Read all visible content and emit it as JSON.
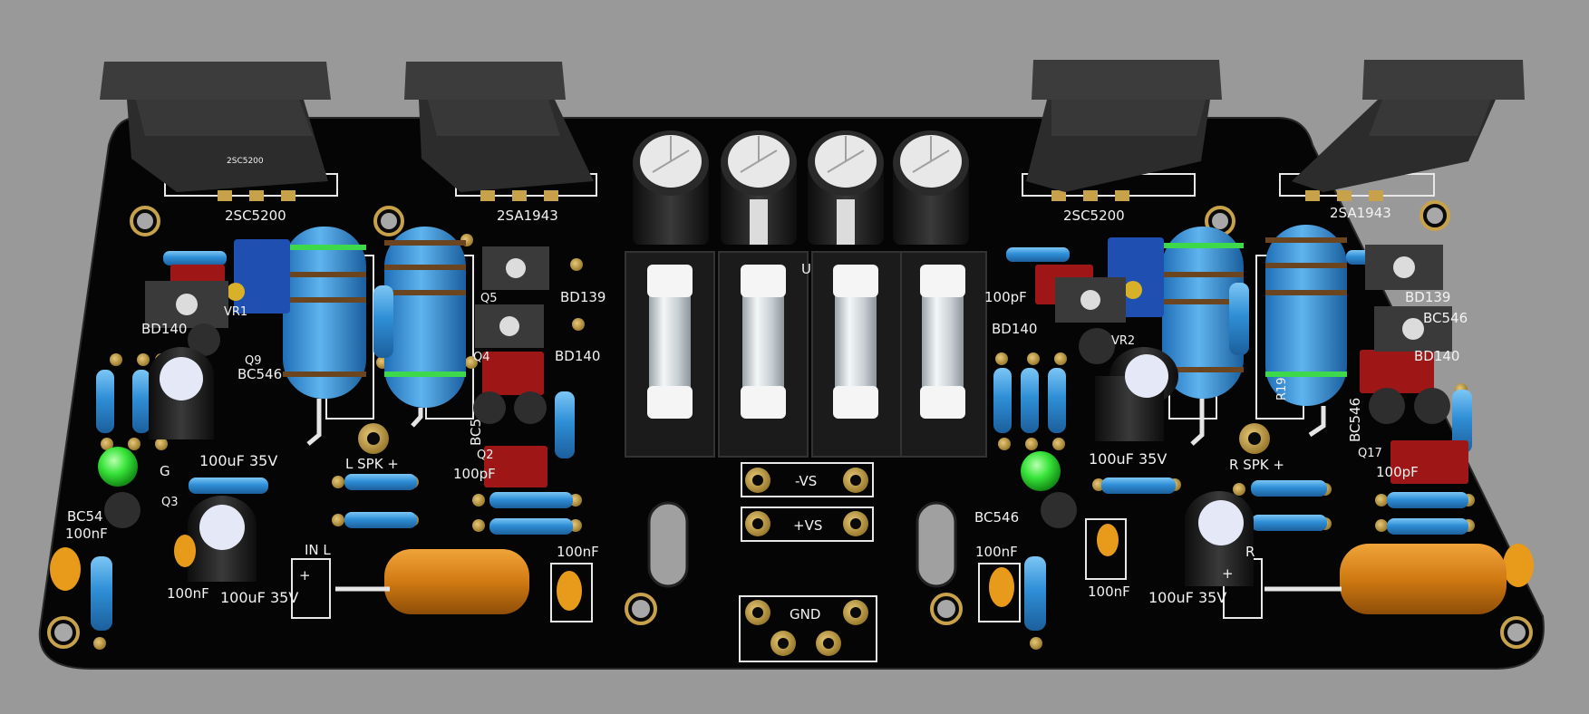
{
  "labels": {
    "q_2sc5200_left": "2SC5200",
    "q_2sa1943_left": "2SA1943",
    "q_2sc5200_right": "2SC5200",
    "q_2sa1943_right": "2SA1943",
    "bd139_left": "BD139",
    "bd140_left_top": "BD140",
    "bd140_left": "BD140",
    "bd139_right": "BD139",
    "bd140_right_a": "BD140",
    "bd140_right_b": "BD140",
    "vr1": "VR1",
    "vr2": "VR2",
    "q9": "Q9",
    "q5": "Q5",
    "q4": "Q4",
    "q3": "Q3",
    "q2": "Q2",
    "q17": "Q17",
    "r19": "R19",
    "bc546_a": "BC546",
    "bc546_b": "BC546",
    "bc546_c": "BC546",
    "bc546_d": "BC546",
    "bc54_partial": "BC54",
    "bc5_partial": "BC5",
    "cap_100uf_a": "100uF 35V",
    "cap_100uf_b": "100uF 35V",
    "cap_100uf_c": "100uF 35V",
    "cap_100uf_d": "100uF 35V",
    "c100nf_a": "100nF",
    "c100nf_b": "100nF",
    "c100nf_c": "100nF",
    "c100nf_d": "100nF",
    "c100nf_e": "100nF",
    "c100pf_a": "100pF",
    "c100pf_b": "100pF",
    "c100pf_c": "100pF",
    "spk_left": "L  SPK +",
    "spk_right": "R  SPK +",
    "in_left": "IN L",
    "minus_vs": "-VS",
    "plus_vs": "+VS",
    "gnd": "GND",
    "led_g": "G",
    "fuse_u": "U",
    "plus_sign_a": "+",
    "plus_sign_b": "+",
    "r_partial": "R"
  },
  "colors": {
    "background": "#999999",
    "board": "#050505",
    "silkscreen": "#f2f2f2",
    "pad_gold": "#c8a24a",
    "resistor_blue": "#2f8fd6",
    "trimmer_blue": "#1f4fb0",
    "cap_red": "#9e1616",
    "film_cap_orange": "#d07a12",
    "ceramic_cap": "#e89a1a",
    "led_green": "#38e43a",
    "electrolytic_black": "#1a1a1a",
    "transistor_gray": "#2e2e2e",
    "fuse_glass": "#dfe5e8"
  }
}
